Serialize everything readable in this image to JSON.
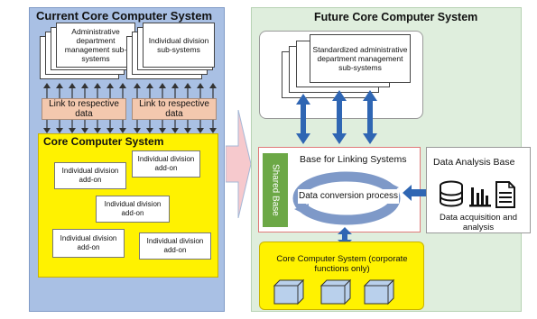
{
  "current": {
    "title": "Current Core Computer System",
    "subsystems": [
      "Administrative department management sub-systems",
      "Individual division sub-systems"
    ],
    "links": [
      "Link to respective data",
      "Link to respective data"
    ],
    "core_title": "Core Computer System",
    "addons": [
      "Individual division add-on",
      "Individual division add-on",
      "Individual division add-on",
      "Individual division add-on",
      "Individual division add-on"
    ]
  },
  "future": {
    "title": "Future Core Computer System",
    "standardized": "Standardized administrative department management sub-systems",
    "shared_base": "Shared Base",
    "linking_title": "Base for Linking Systems",
    "conversion": "Data conversion process",
    "analysis_title": "Data Analysis Base",
    "analysis_caption": "Data acquisition and analysis",
    "core_title": "Core Computer System (corporate functions only)"
  },
  "colors": {
    "left_panel": "#a9c0e4",
    "right_panel": "#dfeedd",
    "core_yellow": "#fff200",
    "link_box": "#f3c8ae",
    "arrow_blue": "#2f66b3",
    "shared_green": "#6ca846",
    "big_arrow_pink": "#f6c9cd"
  }
}
